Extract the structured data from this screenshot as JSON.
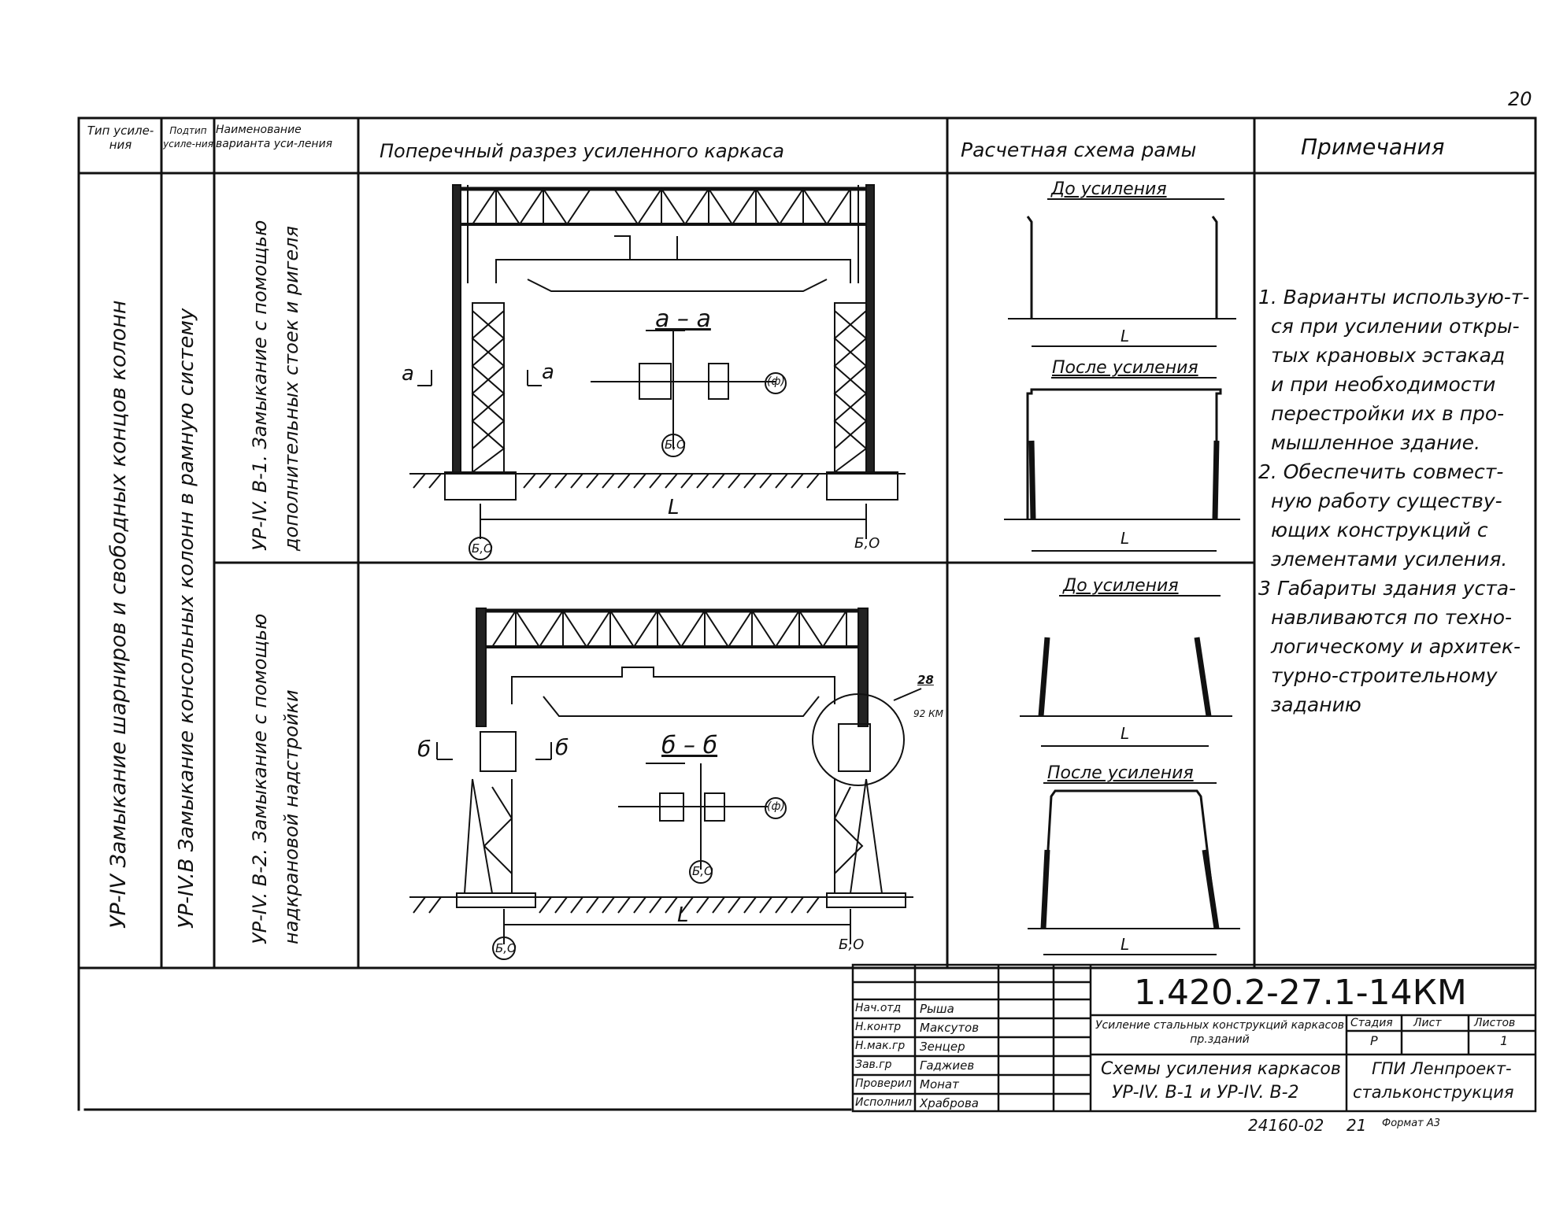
{
  "page_number": "20",
  "headers": {
    "type": "Тип усиле-ния",
    "subtype": "Подтип усиле-ния",
    "variant": "Наименование варианта уси-ления",
    "section": "Поперечный разрез усиленного каркаса",
    "scheme": "Расчетная схема рамы",
    "notes": "Примечания"
  },
  "type_label": "УР-IV Замыкание шарниров и свободных концов колонн",
  "subtype_label": "УР-IV.В Замыкание консольных колонн в рамную систему",
  "variants": [
    {
      "label": "УР-IV. В-1. Замыкание с помощью дополнительных стоек и ригеля"
    },
    {
      "label": "УР-IV. В-2. Замыкание с помощью надкрановой надстройки"
    }
  ],
  "drawing1": {
    "cut_left": "а",
    "cut_right": "а",
    "cut_title": "а – а",
    "axis_right": "(ф)",
    "axis_bottom": "Б,О",
    "span": "L",
    "axis_left_bottom": "Б,О",
    "axis_right_bottom": "Б,О"
  },
  "drawing2": {
    "cut_left": "б",
    "cut_right": "б",
    "cut_title": "б – б",
    "axis_right": "(ф)",
    "axis_bottom": "Б,О",
    "span": "L",
    "axis_left_bottom": "Б,О",
    "axis_right_bottom": "Б,О",
    "callout_num": "28",
    "callout_sheet": "92 КМ"
  },
  "schemes": {
    "before1": "До усиления",
    "after1": "После усиления",
    "before2": "До усиления",
    "after2": "После усиления",
    "span": "L"
  },
  "notes": [
    "1. Варианты использую-т-",
    "ся при усилении откры-",
    "тых крановых эстакад",
    "и при необходимости",
    "перестройки их в про-",
    "мышленное здание.",
    "2. Обеспечить совмест-",
    "ную работу существу-",
    "ющих конструкций с",
    "элементами усиления.",
    "3 Габариты здания уста-",
    "навливаются по техно-",
    "логическому и архитек-",
    "турно-строительному",
    "заданию"
  ],
  "title_block": {
    "code": "1.420.2-27.1-14КМ",
    "roles": [
      "Нач.отд",
      "Н.контр",
      "Н.мак.гр",
      "Зав.гр",
      "Проверил",
      "Исполнил"
    ],
    "names": [
      "Рыша",
      "Максутов",
      "Зенцер",
      "Гаджиев",
      "Монат",
      "Храброва"
    ],
    "doc_title": "Усиление стальных конструкций каркасов пр.зданий",
    "stage_label": "Стадия",
    "sheet_label": "Лист",
    "sheets_label": "Листов",
    "stage_value": "Р",
    "sheets_value": "1",
    "sheet_title_1": "Схемы усиления каркасов",
    "sheet_title_2": "УР-IV. В-1 и УР-IV. В-2",
    "org_1": "ГПИ Ленпроект-",
    "org_2": "стальконструкция"
  },
  "footer": {
    "archive": "24160-02",
    "num": "21",
    "format": "Формат А3"
  }
}
